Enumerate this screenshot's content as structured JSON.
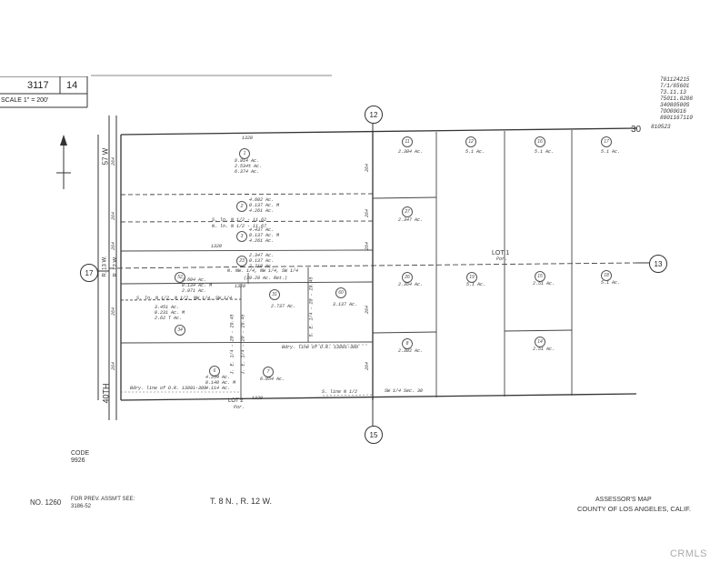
{
  "header": {
    "map_book": "3117",
    "map_page": "14",
    "scale": "SCALE 1\" = 200'",
    "revision_notes": [
      "701124215",
      "7/1/85601",
      "73.11.13",
      "75011.8208",
      "34080500S",
      "7OO00G16",
      "8001167110",
      "810523"
    ]
  },
  "sections": {
    "north": "12",
    "east": "13",
    "south": "15",
    "west": "17"
  },
  "streets": {
    "east_st_w": "57 W",
    "west_40th": "40TH",
    "range_13": "R. 13 W.",
    "range_12": "R. 12 W.",
    "corner_30": "30"
  },
  "lot_labels": {
    "lot1": "LOT 1",
    "lot1_sub": "Por.",
    "lot2": "LOT 2",
    "lot2_sub": "Por."
  },
  "line_labels": {
    "s_ln_1": "S. ln. N 1/2 - 11.62",
    "n_ln": "N. ln. N 1/2 - 11.67",
    "n_nw": "N. NW. 1/4, NW 1/4, SW 1/4",
    "nw_ac": "(39.29 Ac. Ret.)",
    "s_ln_nw": "S. ln. N 1/2, N 1/2, NW 1/4, SW 1/4",
    "bdry1": "Bdry. line of O.R. 13891-308",
    "bdry2": "Bdry. line of O.R. 13891-308",
    "s_ln_n": "S. line N 1/2",
    "sw_sec": "SW 1/4 Sec. 30"
  },
  "dims": {
    "top": "1320",
    "bottom": "1320",
    "mid": "1320",
    "d1": "1320",
    "left_a": "264",
    "left_b": "264",
    "left_c": "264",
    "left_d": "264",
    "left_e": "264",
    "right_a": "264",
    "right_b": "264",
    "right_c": "264",
    "right_d": "264",
    "right_e": "264",
    "v1": "J. E. 1/4 - 20 - 29.45",
    "v2": "J. E. 1/4 - 20 - 29.45",
    "v3": "S. E. 1/4 - 20 - 29.45"
  },
  "parcels": [
    {
      "id": "1",
      "area": "8.914 Ac.",
      "a2": "2.534± Ac.",
      "a3": "6.374 Ac."
    },
    {
      "id": "2",
      "area": "4.602 Ac.",
      "a2": "0.137 Ac. M",
      "a3": "4.261 Ac."
    },
    {
      "id": "3",
      "area": "4.437 Ac.",
      "a2": "0.137 Ac. M",
      "a3": "4.261 Ac."
    },
    {
      "id": "23",
      "area": "2.347 Ac.",
      "a2": "0.137 Ac.",
      "a3": "2.210 Ac."
    },
    {
      "id": "52",
      "area": "2.604 Ac.",
      "a2": "0.134 Ac. M",
      "a3": "2.971 Ac."
    },
    {
      "id": "34",
      "area": "3.451 Ac.",
      "a2": "0.231 Ac. M",
      "a3": "2.62 T Ac."
    },
    {
      "id": "31",
      "area": "2.737 Ac."
    },
    {
      "id": "60",
      "area": "3.137 Ac."
    },
    {
      "id": "6",
      "area": "4.254 Ac.",
      "a2": "0.140 Ac. M",
      "a3": "4.114 Ac."
    },
    {
      "id": "7",
      "area": "6.054 Ac."
    },
    {
      "id": "11",
      "area": "2.304 Ac."
    },
    {
      "id": "12",
      "area": "5.1 Ac."
    },
    {
      "id": "16",
      "area": "5.1 Ac."
    },
    {
      "id": "17",
      "area": "5.1 Ac."
    },
    {
      "id": "27",
      "area": "2.347 Ac."
    },
    {
      "id": "26",
      "area": "2.364 Ac."
    },
    {
      "id": "19",
      "area": "5.1 Ac."
    },
    {
      "id": "15",
      "area": "2.51 Ac."
    },
    {
      "id": "18",
      "area": "5.1 Ac."
    },
    {
      "id": "8",
      "area": "2.302 Ac."
    },
    {
      "id": "14",
      "area": "2.51 Ac."
    }
  ],
  "footer": {
    "code_label": "CODE",
    "code": "9926",
    "map_no": "NO. 1260",
    "prev_label": "FOR PREV. ASSM'T SEE:",
    "prev_ref": "3186-52",
    "township": "T. 8 N. , R. 12 W.",
    "title": "ASSESSOR'S MAP",
    "county": "COUNTY OF LOS ANGELES, CALIF."
  },
  "watermark": "CRMLS"
}
